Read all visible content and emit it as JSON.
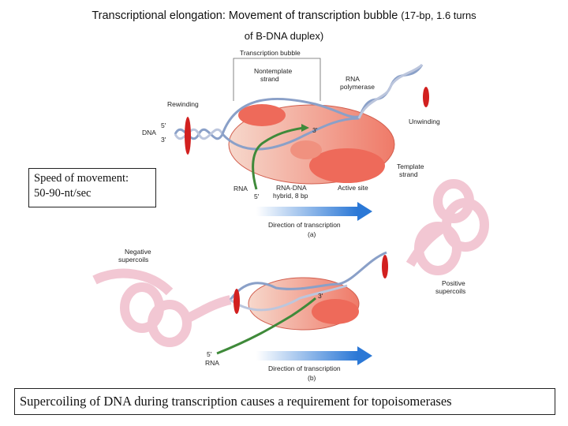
{
  "title": {
    "main": "Transcriptional elongation: Movement of transcription bubble",
    "detail": "(17-bp, 1.6 turns",
    "line2": "of B-DNA duplex)"
  },
  "panel_a": {
    "transcription_bubble": "Transcription bubble",
    "nontemplate_line1": "Nontemplate",
    "nontemplate_line2": "strand",
    "rna_polymerase_line1": "RNA",
    "rna_polymerase_line2": "polymerase",
    "rewinding": "Rewinding",
    "unwinding": "Unwinding",
    "dna": "DNA",
    "five_prime": "5'",
    "three_prime": "3'",
    "three_prime_rna": "3'",
    "template_line1": "Template",
    "template_line2": "strand",
    "rna": "RNA",
    "rna_five": "5'",
    "hybrid_line1": "RNA-DNA",
    "hybrid_line2": "hybrid, 8 bp",
    "active_site": "Active site",
    "direction": "Direction of transcription",
    "panel_label": "(a)"
  },
  "panel_b": {
    "negative_line1": "Negative",
    "negative_line2": "supercoils",
    "positive_line1": "Positive",
    "positive_line2": "supercoils",
    "three_prime": "3'",
    "five_prime": "5'",
    "rna": "RNA",
    "direction": "Direction of transcription",
    "panel_label": "(b)"
  },
  "speed_box": {
    "line1": "Speed of movement:",
    "line2": "50-90-nt/sec"
  },
  "footer": "Supercoiling of DNA during transcription causes a requirement for topoisomerases",
  "colors": {
    "polymerase": "#ee6a5a",
    "polymerase_light": "#f7d8cc",
    "dna_strand": "#8aa0c8",
    "rna_strand": "#3f8a3a",
    "supercoil": "#f2c7d3",
    "arrow": "#2b78d6",
    "rotation_arrow": "#d2201f"
  }
}
